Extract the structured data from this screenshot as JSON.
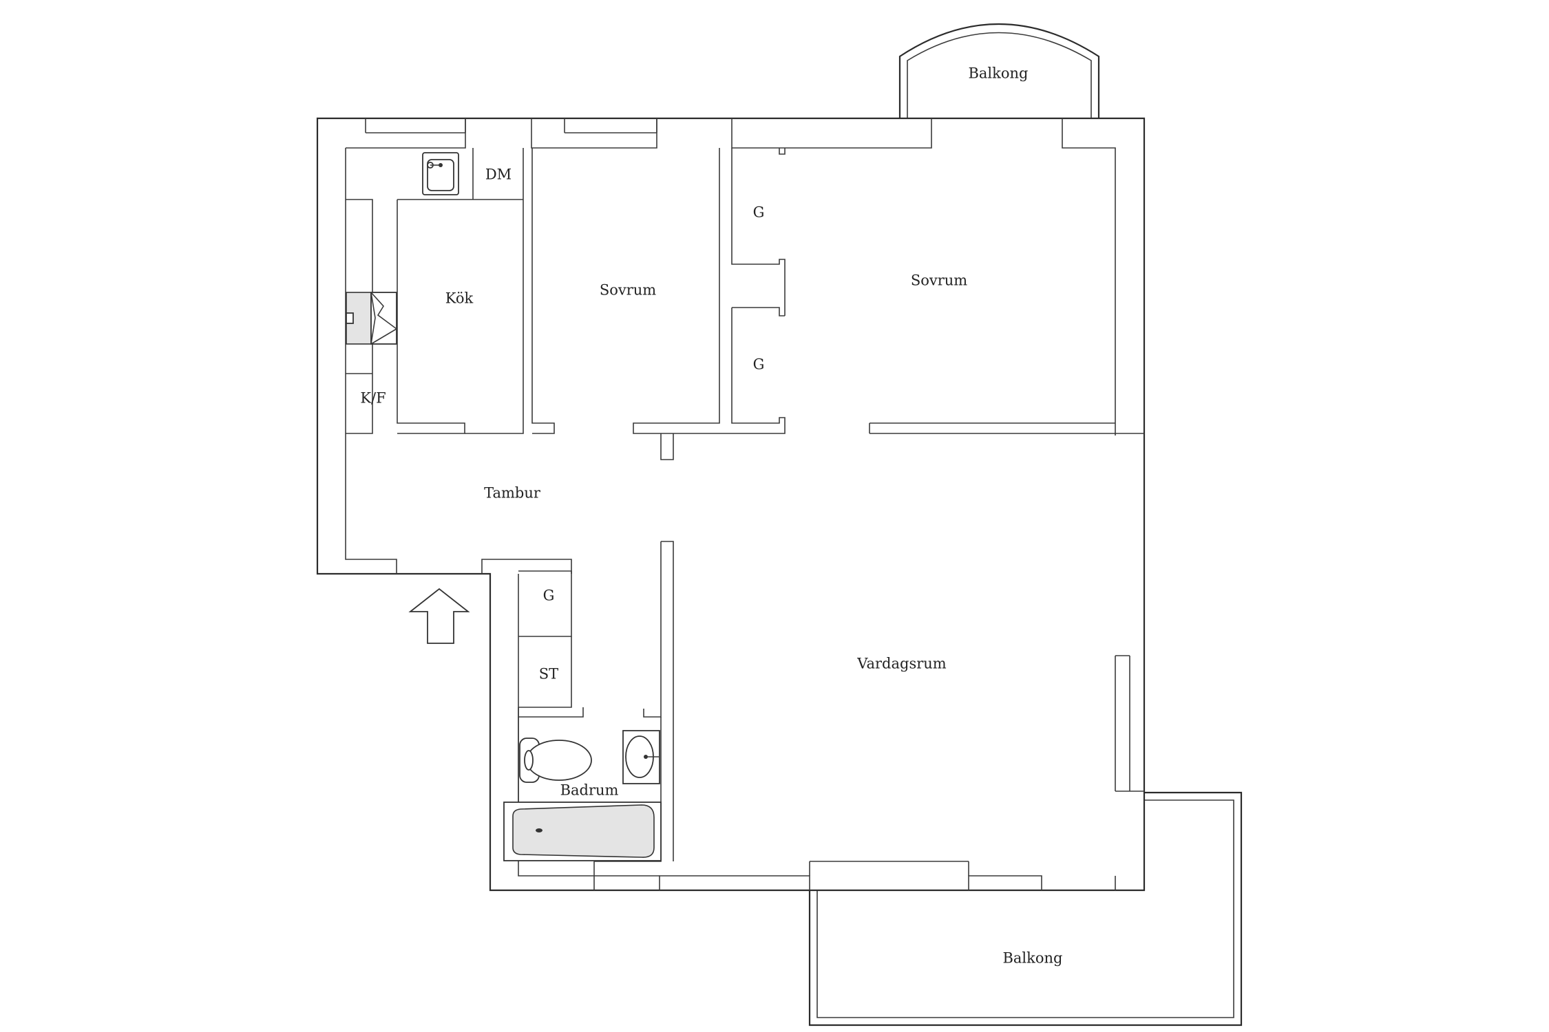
{
  "rooms": {
    "balkong_top": "Balkong",
    "dm": "DM",
    "kok": "Kök",
    "sovrum_1": "Sovrum",
    "sovrum_2": "Sovrum",
    "g_closet_1": "G",
    "g_closet_2": "G",
    "kf": "K/F",
    "tambur": "Tambur",
    "g_closet_3": "G",
    "st": "ST",
    "vardagsrum": "Vardagsrum",
    "badrum": "Badrum",
    "balkong_bottom": "Balkong"
  },
  "icons": {
    "entrance": "entrance-arrow-icon",
    "kitchen_sink": "kitchen-sink-icon",
    "stove": "stove-icon",
    "toilet": "toilet-icon",
    "washbasin": "washbasin-icon",
    "bathtub": "bathtub-icon"
  },
  "colors": {
    "wall": "#2b2b2b",
    "fixture_fill": "#e4e4e4",
    "background": "#ffffff"
  }
}
